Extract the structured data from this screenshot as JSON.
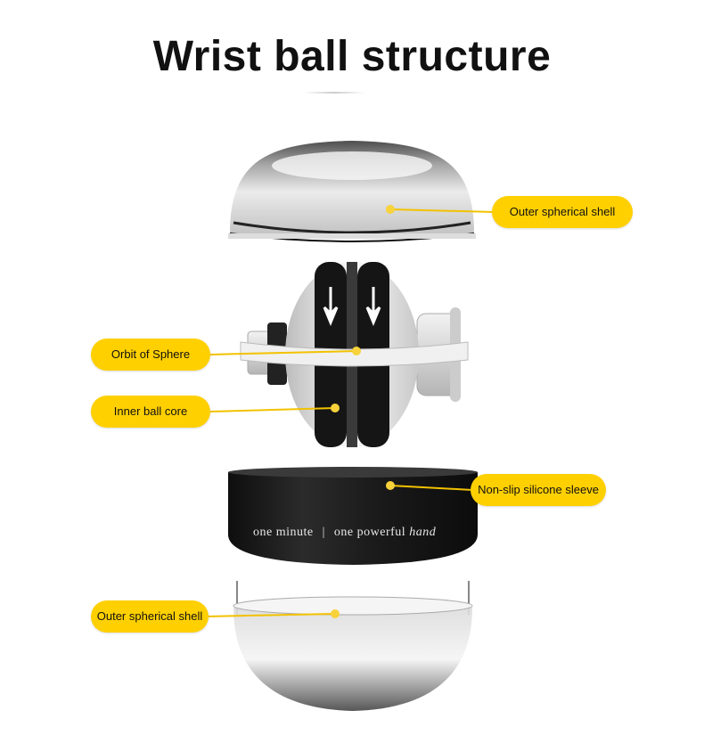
{
  "title": "Wrist ball structure",
  "labels": {
    "outer_shell_top": "Outer spherical shell",
    "orbit": "Orbit of Sphere",
    "inner_core": "Inner ball core",
    "sleeve": "Non-slip silicone sleeve",
    "outer_shell_bottom": "Outer spherical shell"
  },
  "sleeve_print": {
    "left": "one minute",
    "separator": "|",
    "right_plain": "one powerful",
    "right_italic": "hand"
  },
  "colors": {
    "label_bg": "#ffd000",
    "leader": "#f2c200",
    "sleeve": "#1c1c1c"
  }
}
